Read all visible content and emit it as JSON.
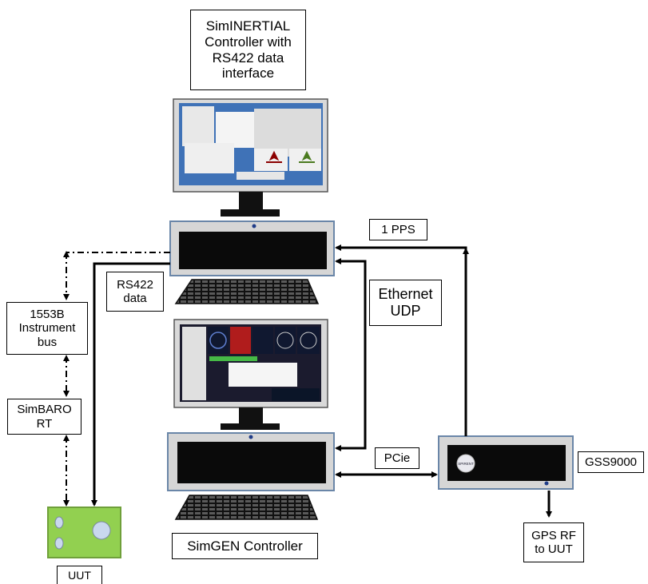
{
  "labels": {
    "siminertial_controller": "SimINERTIAL\nController with\nRS422 data\ninterface",
    "one_pps": "1 PPS",
    "rs422_data": "RS422\ndata",
    "ethernet_udp": "Ethernet\nUDP",
    "instrument_bus": "1553B\nInstrument\nbus",
    "simbaro_rt": "SimBARO\nRT",
    "pcie": "PCie",
    "gss9000": "GSS9000",
    "simgen_controller": "SimGEN Controller",
    "gps_rf": "GPS RF\nto UUT",
    "uut": "UUT",
    "spirent_badge": "SPIRENT"
  },
  "colors": {
    "monitor_bezel": "#d9d9d9",
    "unit_panel": "#d6d6d6",
    "unit_border": "#6a86a8",
    "uut_board": "#92d050",
    "uut_border": "#6fa03a",
    "screen_blue": "#3f72b7",
    "line": "#000000"
  },
  "icons": {
    "monitors": [
      "desktop-monitor",
      "desktop-monitor"
    ],
    "keyboards": [
      "keyboard",
      "keyboard"
    ],
    "connectors": [
      "double-arrow",
      "dash-dot-arrow"
    ]
  }
}
